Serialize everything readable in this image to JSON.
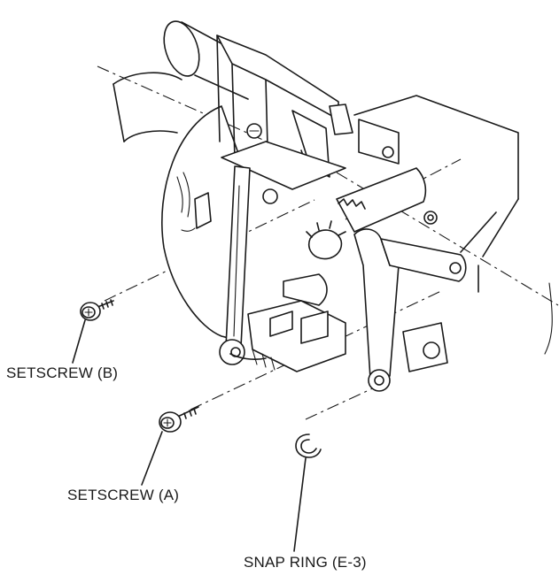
{
  "labels": {
    "setscrew_b": "SETSCREW (B)",
    "setscrew_a": "SETSCREW (A)",
    "snap_ring": "SNAP RING (E-3)"
  },
  "colors": {
    "line": "#1a1a1a",
    "background": "#ffffff"
  }
}
